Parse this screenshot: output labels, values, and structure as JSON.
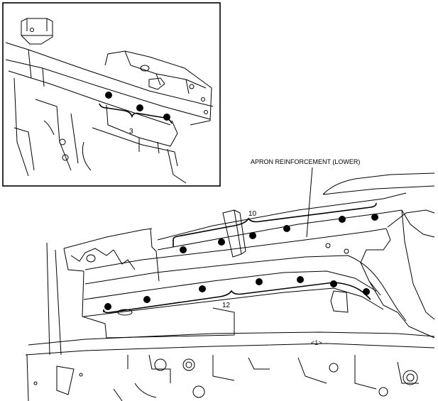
{
  "labels": {
    "apron_reinforcement": "APRON REINFORCEMENT (LOWER)",
    "inset_weld_count": "3",
    "upper_weld_count": "10",
    "lower_weld_count": "12",
    "arrow_mark": "<1>"
  },
  "colors": {
    "line": "#000000",
    "background": "#ffffff"
  }
}
